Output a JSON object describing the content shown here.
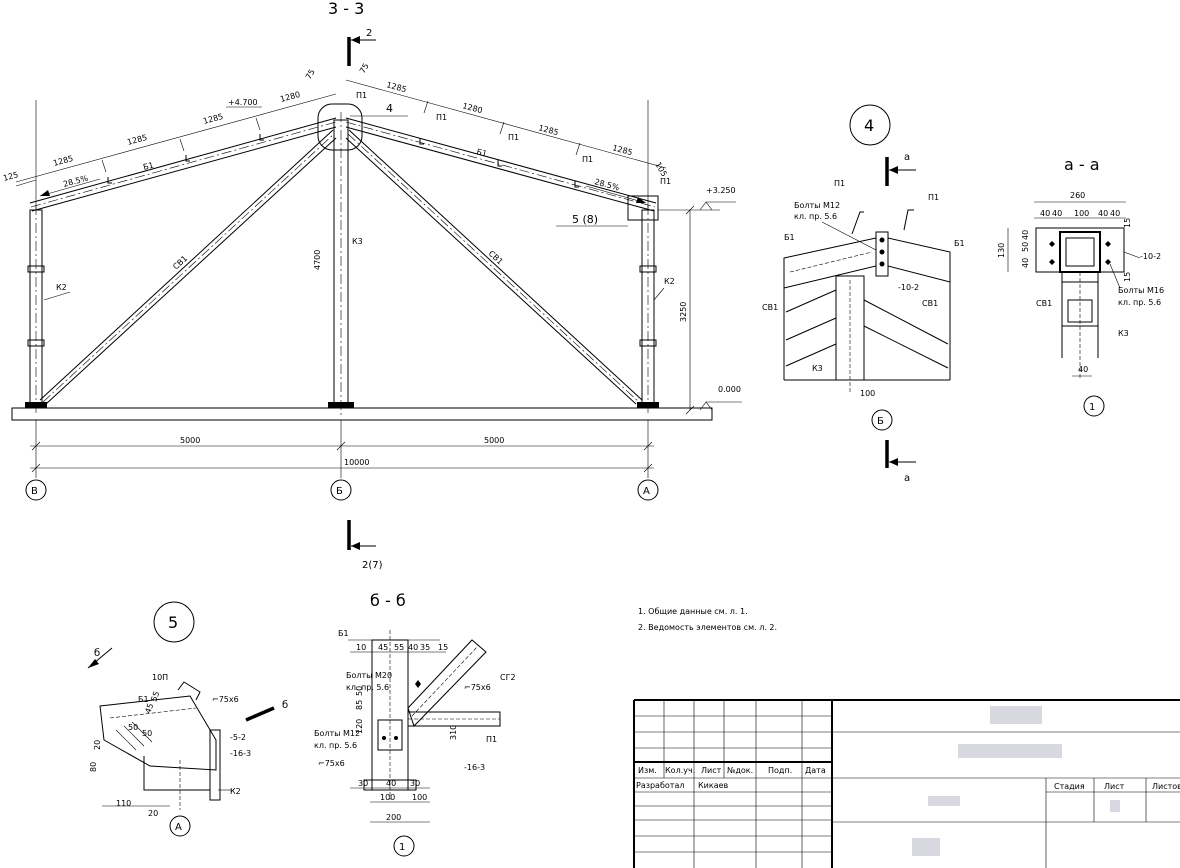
{
  "section_33": {
    "title": "3 - 3",
    "cut_top": "2",
    "cut_bottom": "2(7)",
    "dims_left_slope": [
      "125",
      "1285",
      "1285",
      "1285",
      "1280",
      "75"
    ],
    "dims_right_slope": [
      "75",
      "1285",
      "1280",
      "1285",
      "1285",
      "105"
    ],
    "elev_ridge": "+4.700",
    "elev_eave": "+3.250",
    "elev_ground": "0.000",
    "height_mid": "4700",
    "height_right": "3250",
    "slope_left": "28.5%",
    "slope_right": "28.5%",
    "labels": {
      "b1_left": "Б1",
      "b1_right": "Б1",
      "sv1_left": "СВ1",
      "sv1_right": "СВ1",
      "k2_left": "К2",
      "k2_right": "К2",
      "k3": "К3",
      "p1_a": "П1",
      "p1_b": "П1",
      "p1_c": "П1",
      "p1_d": "П1",
      "p1_e": "П1"
    },
    "callout_4": "4",
    "callout_5": "5 (8)",
    "span_left": "5000",
    "span_right": "5000",
    "span_total": "10000",
    "axes": [
      "В",
      "Б",
      "А"
    ]
  },
  "node_4": {
    "number": "4",
    "cut": "а",
    "axis": "Б",
    "bolts": "Болты М12",
    "bolts_class": "кл. пр. 5.6",
    "labels": {
      "p1_l": "П1",
      "p1_r": "П1",
      "b1_l": "Б1",
      "b1_r": "Б1",
      "sv1_l": "СВ1",
      "sv1_r": "СВ1",
      "k3": "К3",
      "plate": "-10-2"
    },
    "dim": "100"
  },
  "section_aa": {
    "title": "а - а",
    "dim_total": "260",
    "dims_top": [
      "40",
      "40",
      "100",
      "40",
      "40"
    ],
    "dims_side": [
      "40",
      "50",
      "40"
    ],
    "dim_height": "130",
    "dims_right": [
      "15",
      "15"
    ],
    "plate": "-10-2",
    "bolts": "Болты М16",
    "bolts_class": "кл. пр. 5.6",
    "sv1": "СВ1",
    "k3": "К3",
    "dim_bottom": "40",
    "axis": "1"
  },
  "node_5": {
    "number": "5",
    "cut": "б",
    "axis": "А",
    "labels": {
      "p": "10П",
      "b1": "Б1",
      "angle": "⌐75x6",
      "plate1": "-5-2",
      "plate2": "-16-3",
      "k2": "К2"
    },
    "dims": [
      "55",
      "45",
      "50",
      "50",
      "20",
      "80",
      "110",
      "20"
    ]
  },
  "section_bb": {
    "title": "б - б",
    "b1": "Б1",
    "dims_top": [
      "10",
      "45",
      "55",
      "40",
      "35",
      "15"
    ],
    "dims_left": [
      "50",
      "85",
      "120"
    ],
    "bolts_m20": "Болты М20",
    "bolts_m20_class": "кл. пр. 5.6",
    "bolts_m12": "Болты М12",
    "bolts_m12_class": "кл. пр. 5.6",
    "angle_r": "⌐75x6",
    "angle_l": "⌐75x6",
    "sg2": "СГ2",
    "p1": "П1",
    "dim_310": "310",
    "plate": "-16-3",
    "dims_bottom": [
      "30",
      "40",
      "30"
    ],
    "dims_bottom2": [
      "100",
      "100"
    ],
    "dim_200": "200",
    "axis": "1"
  },
  "notes": [
    "1. Общие данные см. л. 1.",
    "2. Ведомость элементов см. л. 2."
  ],
  "stamp": {
    "headers": [
      "Изм.",
      "Кол.уч.",
      "Лист",
      "№док.",
      "Подп.",
      "Дата"
    ],
    "developed_label": "Разработал",
    "developer": "Кикаев",
    "stage_label": "Стадия",
    "sheet_label": "Лист",
    "sheets_label": "Листов"
  }
}
